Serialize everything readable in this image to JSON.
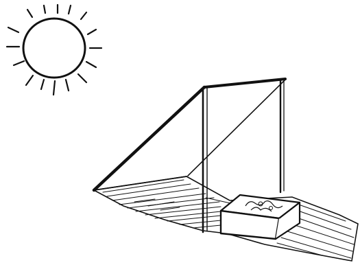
{
  "figure": {
    "ink_color": "#111111",
    "background_color": "#ffffff",
    "objects": [
      "sun",
      "shade-frame",
      "shade-ground",
      "box"
    ]
  }
}
